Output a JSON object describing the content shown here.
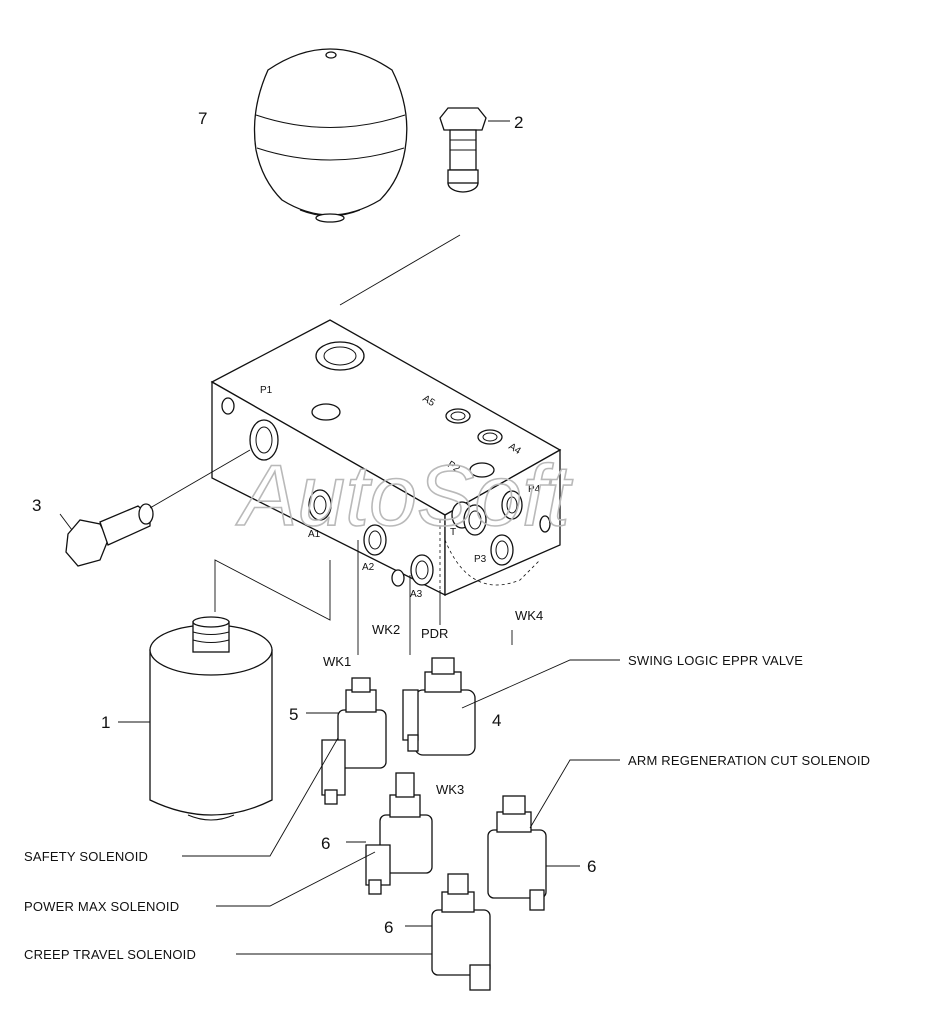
{
  "watermark": "AutoSoft",
  "callouts": {
    "c1": "1",
    "c2": "2",
    "c3": "3",
    "c4": "4",
    "c5": "5",
    "c6a": "6",
    "c6b": "6",
    "c6c": "6",
    "c7": "7"
  },
  "labels": {
    "swing_logic": "SWING LOGIC EPPR VALVE",
    "arm_regen": "ARM REGENERATION CUT SOLENOID",
    "safety": "SAFETY SOLENOID",
    "power_max": "POWER MAX SOLENOID",
    "creep_travel": "CREEP TRAVEL SOLENOID"
  },
  "connectors": {
    "wk1": "WK1",
    "wk2": "WK2",
    "wk3": "WK3",
    "wk4": "WK4",
    "pdr": "PDR"
  },
  "ports": {
    "p1": "P1",
    "p2": "P2",
    "p3": "P3",
    "p4": "P4",
    "a1": "A1",
    "a2": "A2",
    "a3": "A3",
    "a4": "A4",
    "a5": "A5",
    "t": "T"
  }
}
